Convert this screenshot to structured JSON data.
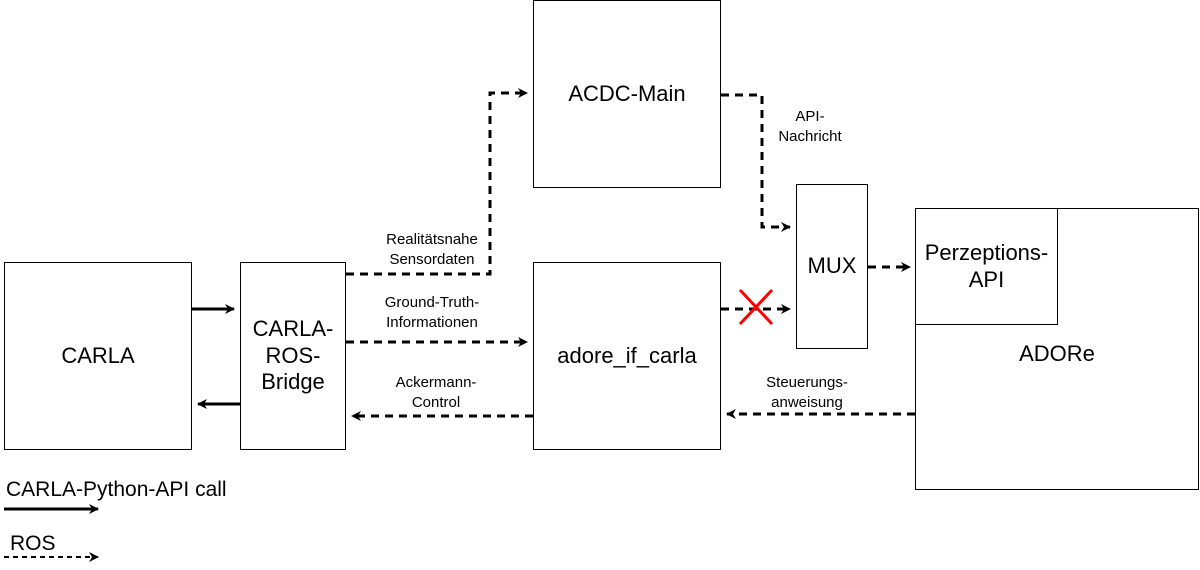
{
  "nodes": {
    "carla": "CARLA",
    "bridge": "CARLA-\nROS-\nBridge",
    "acdc_main": "ACDC-Main",
    "adore_if_carla": "adore_if_carla",
    "mux": "MUX",
    "adore": "ADORe",
    "perzeptions_api": "Perzeptions-\nAPI"
  },
  "edges": {
    "realitaetsnahe": "Realitätsnahe\nSensordaten",
    "ground_truth": "Ground-Truth-\nInformationen",
    "ackermann": "Ackermann-\nControl",
    "api_nachricht": "API-\nNachricht",
    "steuerung": "Steuerungs-\nanweisung"
  },
  "legend": {
    "api_call": "CARLA-Python-API call",
    "ros": "ROS"
  },
  "colors": {
    "blocked_cross": "#ff0000"
  }
}
